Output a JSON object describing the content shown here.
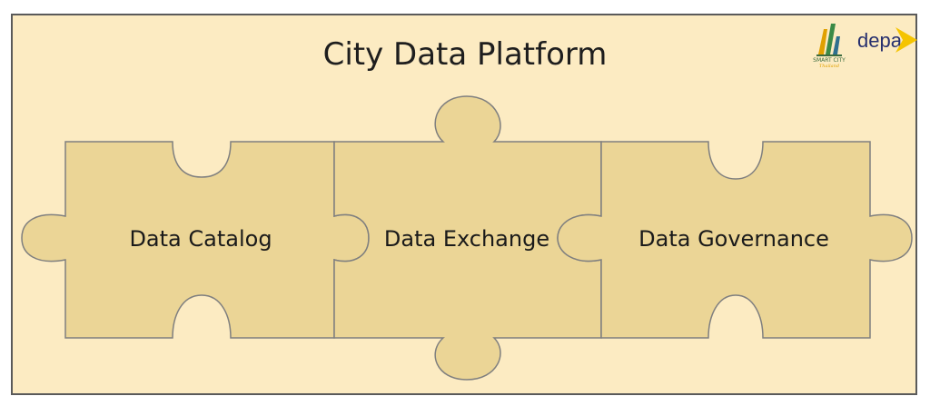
{
  "title": "City Data Platform",
  "pieces": [
    {
      "id": "catalog",
      "label": "Data Catalog"
    },
    {
      "id": "exchange",
      "label": "Data Exchange"
    },
    {
      "id": "governance",
      "label": "Data Governance"
    }
  ],
  "logos": {
    "smart_city": {
      "text": "SMART CITY",
      "subtitle": "Thailand"
    },
    "depa": {
      "text": "depa"
    }
  },
  "colors": {
    "background": "#fcebc2",
    "piece_fill": "#ebd596",
    "piece_stroke": "#7f7f7f",
    "border": "#5a5a5a",
    "depa_text": "#27306e",
    "depa_accent": "#f5c400"
  }
}
